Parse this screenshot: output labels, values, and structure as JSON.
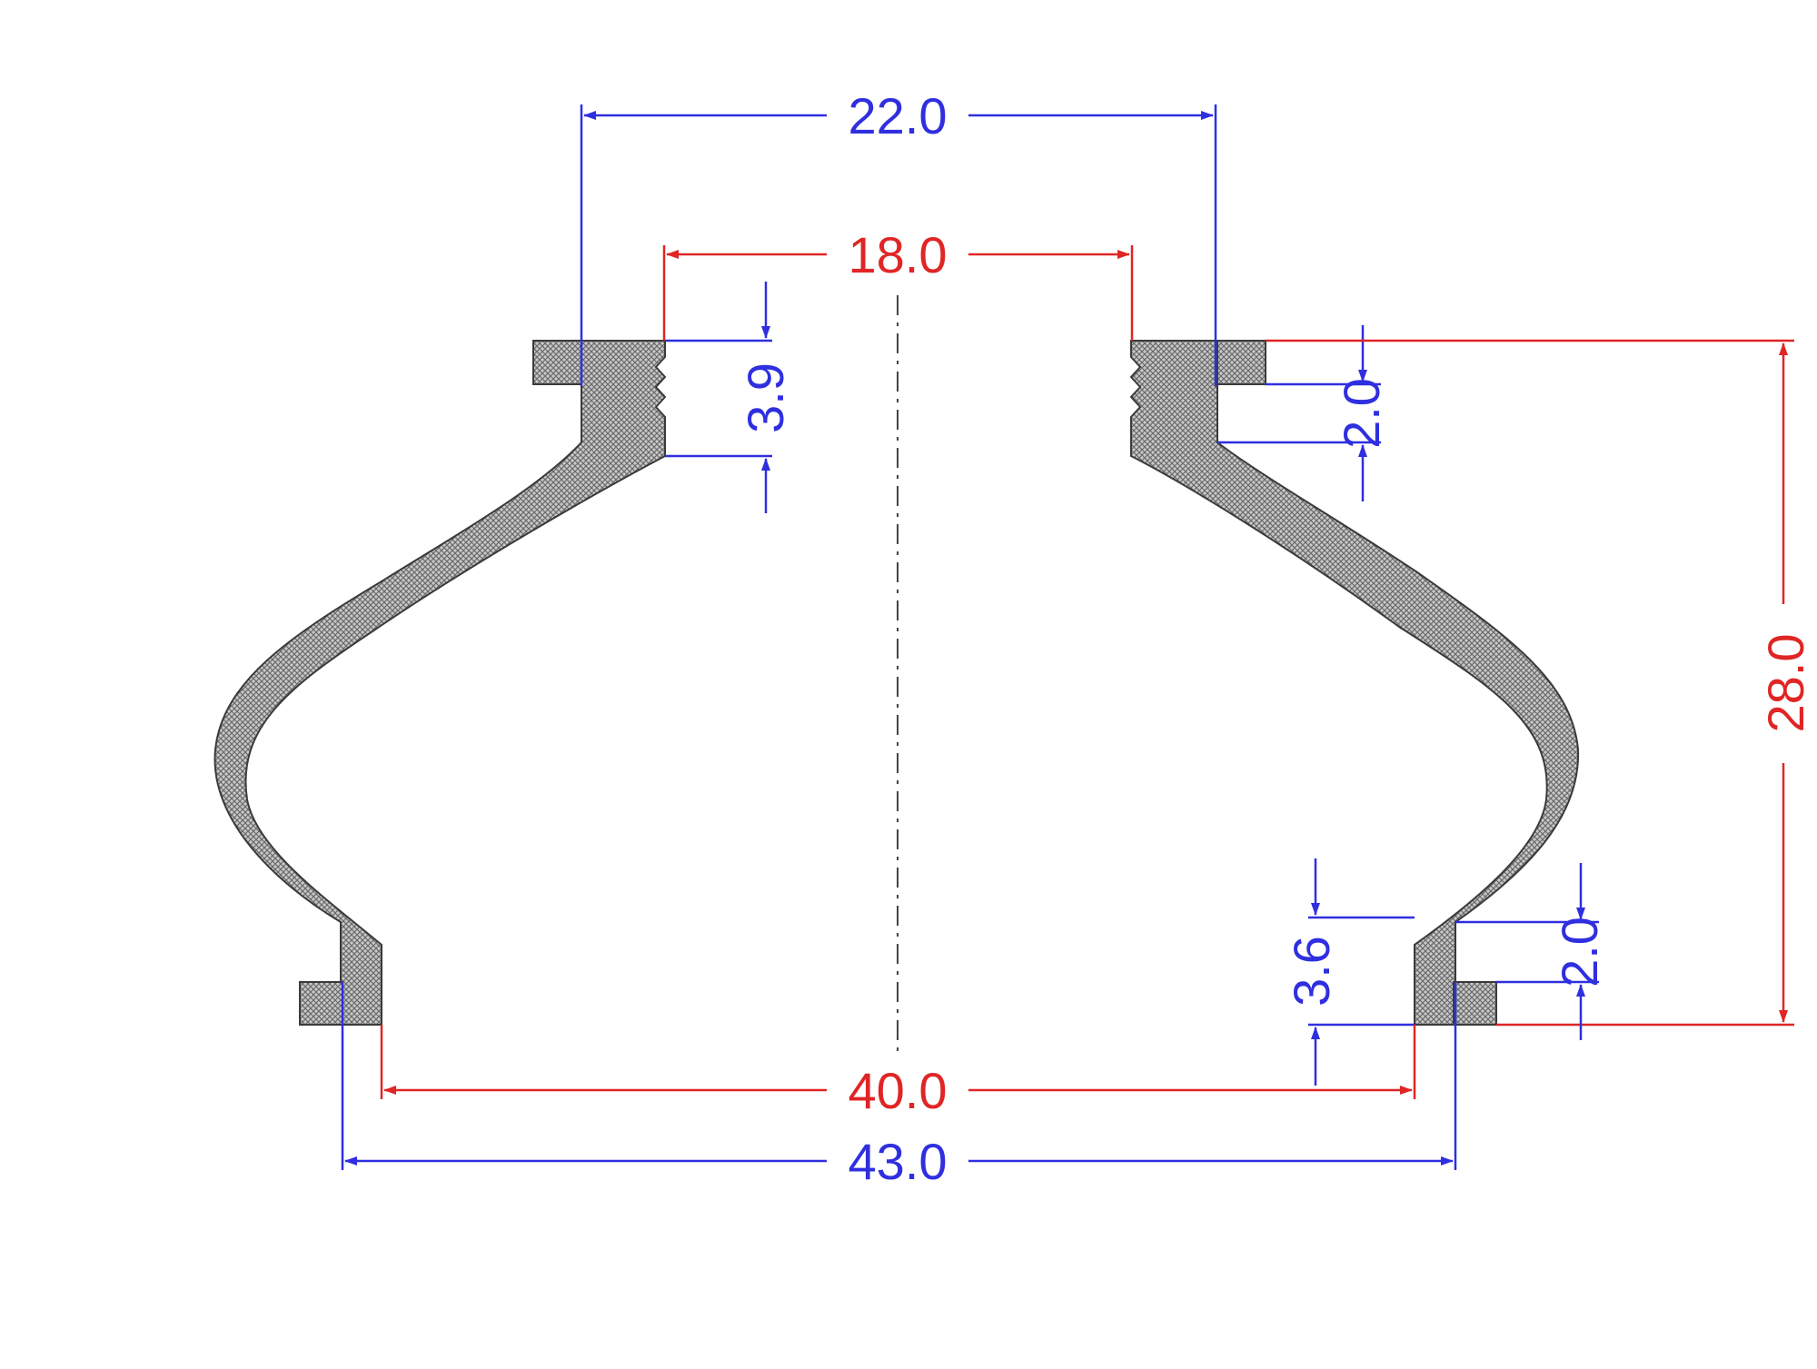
{
  "colors": {
    "blue": "#2f2fe0",
    "red": "#e02525",
    "part_fill": "#9a9a9a",
    "centerline": "#444444",
    "background": "#ffffff"
  },
  "dimensions": {
    "top_outer_width": "22.0",
    "top_inner_width": "18.0",
    "top_groove_height": "3.9",
    "top_flange_thickness": "2.0",
    "overall_height": "28.0",
    "bottom_groove_height": "3.6",
    "bottom_flange_thickness": "2.0",
    "bottom_inner_width": "40.0",
    "bottom_outer_width": "43.0"
  }
}
